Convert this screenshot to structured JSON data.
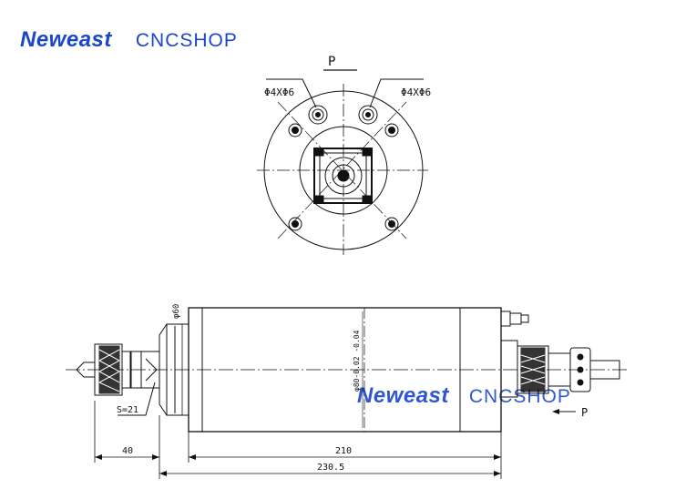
{
  "logo": {
    "brand": "Neweast",
    "shop": "CNCSHOP"
  },
  "watermark": {
    "brand": "Neweast",
    "shop": "CNCSHOP"
  },
  "colors": {
    "brand_blue": "#1a46c8",
    "accent_orange": "#f07a1a",
    "line": "#111111"
  },
  "top_view": {
    "view_label": "P",
    "hole_left": "Φ4XΦ6",
    "hole_right": "Φ4XΦ6"
  },
  "side_view": {
    "dia_small": "φ60",
    "dia_body": "φ80-0.02 -0.04",
    "wrench": "S=21",
    "dim_front": "40",
    "dim_body": "210",
    "dim_total": "230.5",
    "arrow_label": "P"
  }
}
